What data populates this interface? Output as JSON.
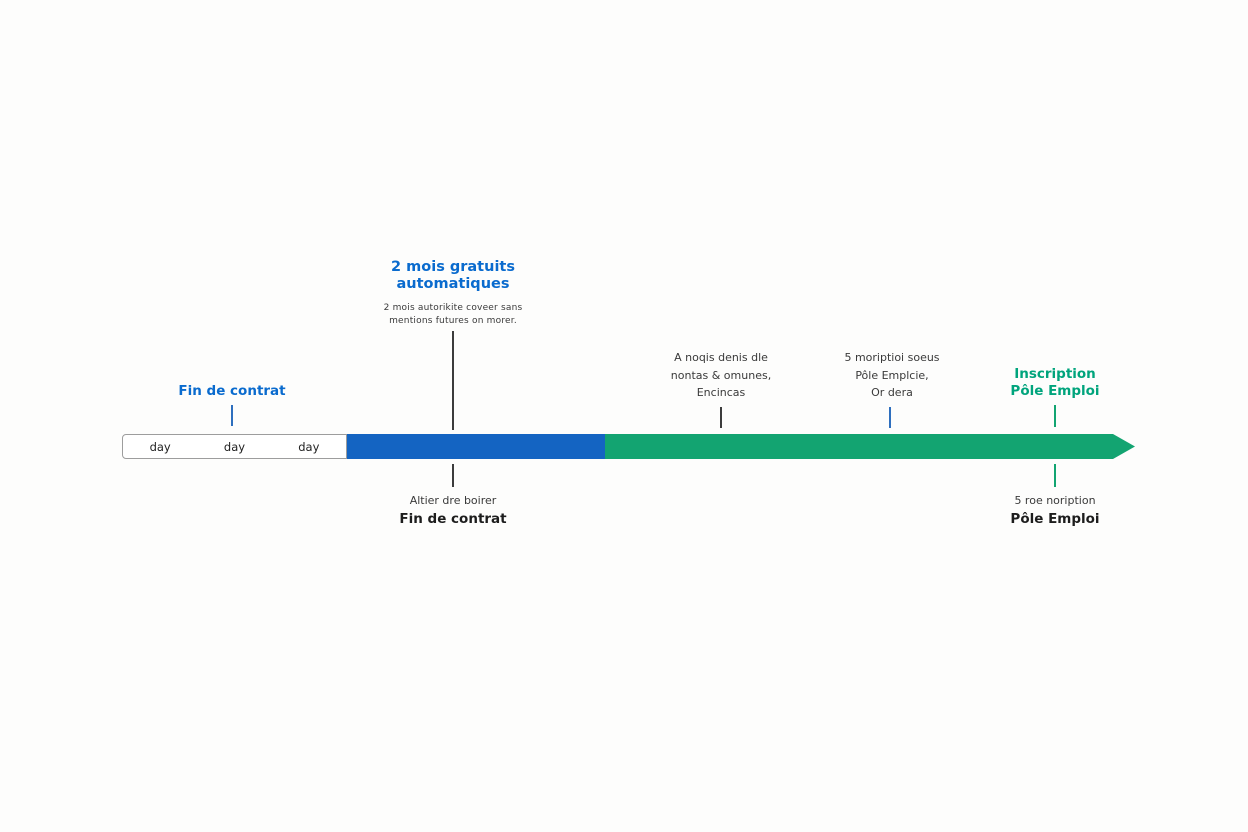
{
  "colors": {
    "blue_text": "#0a6bce",
    "green_text": "#00a47c",
    "bar_blue": "#1464c2",
    "bar_green": "#13a471",
    "tick_dark": "#3c3c3c",
    "tick_blue": "#2e6fbe",
    "tick_green": "#12a471",
    "dark_text": "#3a3a3a",
    "border_gray": "#9d9d9d"
  },
  "bar": {
    "day_labels": [
      "day",
      "day",
      "day"
    ]
  },
  "events": {
    "deux_mois": {
      "title_line1": "2 mois gratuits",
      "title_line2": "automatiques",
      "note_line1": "2 mois autorikite coveer sans",
      "note_line2": "mentions futures on morer."
    },
    "fin_contrat_top": {
      "label": "Fin de contrat"
    },
    "note_mid1": {
      "line1": "A noqis denis dle",
      "line2": "nontas & omunes,",
      "line3": "Encincas"
    },
    "note_mid2": {
      "line1": "5 moriptioi soeus",
      "line2": "Pôle Emplcie,",
      "line3": "Or dera"
    },
    "inscription_top": {
      "line1": "Inscription",
      "line2": "Pôle Emploi"
    },
    "fin_contrat_bottom": {
      "note": "Altier dre boirer",
      "label": "Fin de contrat"
    },
    "inscription_bottom": {
      "note": "5 roe noription",
      "label": "Pôle Emploi"
    }
  }
}
